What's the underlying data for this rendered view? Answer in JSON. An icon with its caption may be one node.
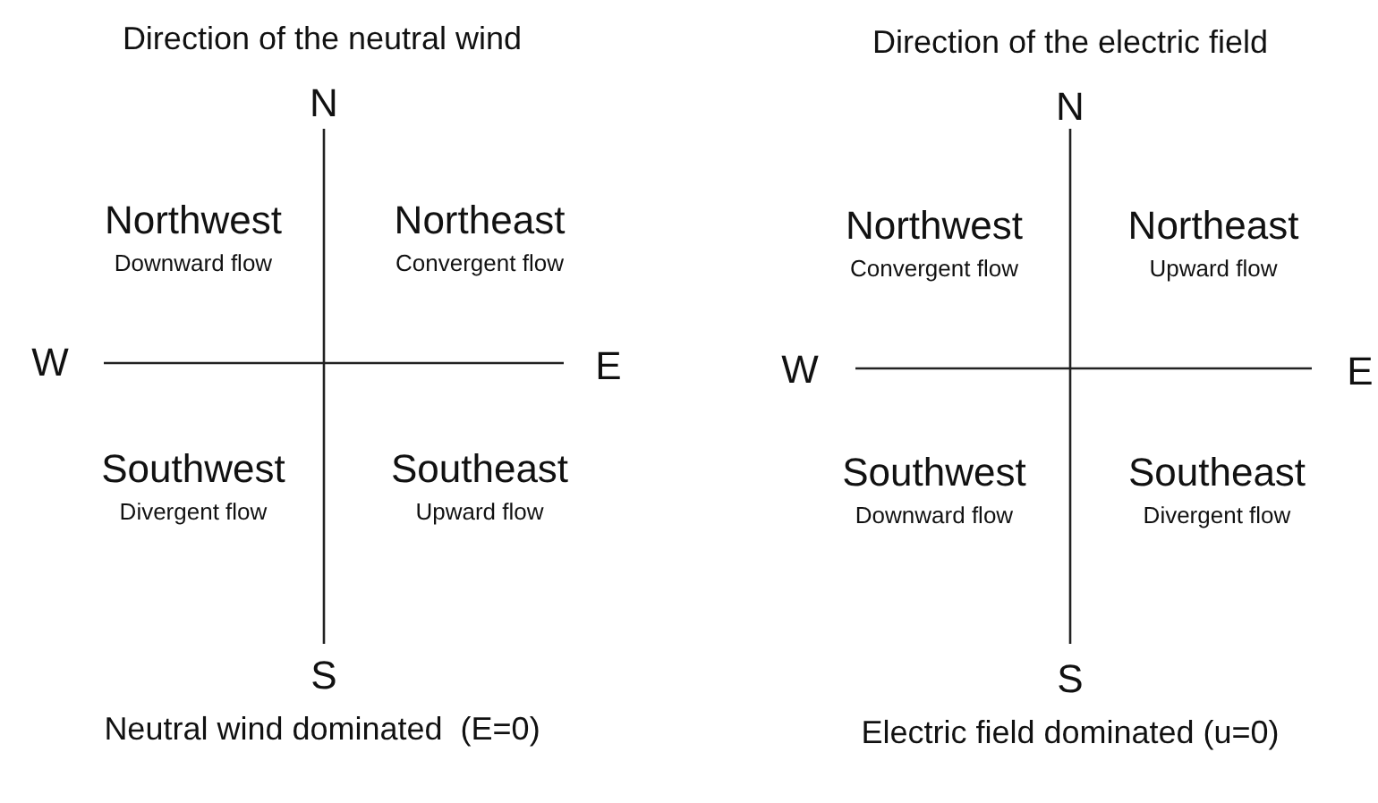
{
  "diagram": {
    "nodes": [
      {
        "text": [
          "Northwest",
          "Downward flow"
        ]
      },
      {
        "text": [
          "Northeast",
          "Convergent flow"
        ]
      },
      {
        "text": [
          "Northwest",
          "Convergent flow"
        ]
      },
      {
        "text": [
          "Northeast",
          "Upward flow"
        ]
      },
      {
        "text": [
          "Southwest",
          "Divergent flow"
        ]
      },
      {
        "text": [
          "Southeast",
          "Upward flow"
        ]
      },
      {
        "text": [
          "Southwest",
          "Downward flow"
        ]
      },
      {
        "text": [
          "Southeast",
          "Divergent flow"
        ]
      }
    ],
    "labels": [
      "Direction of the neutral wind",
      "Direction of the electric field",
      "N",
      "N",
      "W",
      "E",
      "W",
      "E",
      "S",
      "S",
      "Neutral wind dominated  (E=0)",
      "Electric field dominated (u=0)"
    ]
  }
}
